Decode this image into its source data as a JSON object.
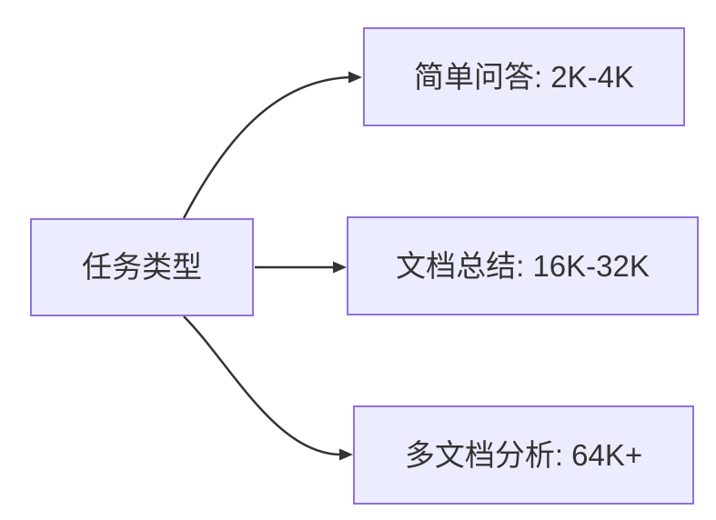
{
  "diagram": {
    "type": "flowchart",
    "root_node": {
      "label": "任务类型"
    },
    "nodes": [
      {
        "label": "简单问答: 2K-4K"
      },
      {
        "label": "文档总结: 16K-32K"
      },
      {
        "label": "多文档分析: 64K+"
      }
    ],
    "edges": [
      {
        "from": "任务类型",
        "to": "简单问答: 2K-4K"
      },
      {
        "from": "任务类型",
        "to": "文档总结: 16K-32K"
      },
      {
        "from": "任务类型",
        "to": "多文档分析: 64K+"
      }
    ],
    "colors": {
      "background": "#FFFFFF",
      "node_fill": "#ECECFF",
      "node_border": "#9370DB",
      "edge_stroke": "#333333",
      "text_color": "#333333"
    }
  }
}
